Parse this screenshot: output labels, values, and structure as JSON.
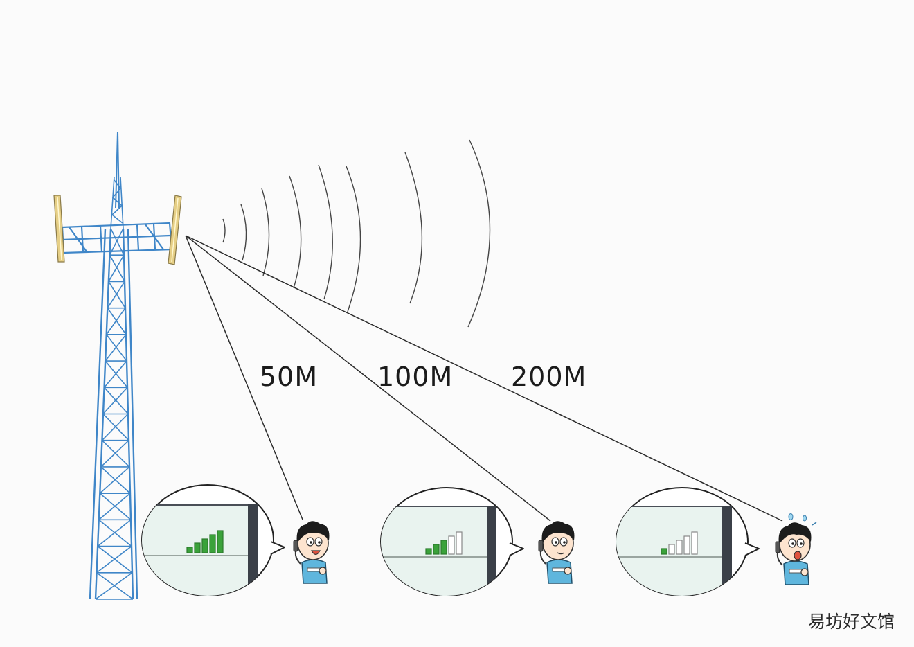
{
  "distance_labels": [
    "50M",
    "100M",
    "200M"
  ],
  "signal_levels": [
    {
      "distance": "50M",
      "bars_filled": 5,
      "bars_total": 5
    },
    {
      "distance": "100M",
      "bars_filled": 3,
      "bars_total": 5
    },
    {
      "distance": "200M",
      "bars_filled": 1,
      "bars_total": 5
    }
  ],
  "watermark": "易坊好文馆",
  "colors": {
    "tower": "#3f86c8",
    "antenna_panel": "#e6cf86",
    "signal_on": "#3aa23a",
    "signal_off": "#ffffff",
    "screen_bg": "#e9f3ef",
    "monitor_frame": "#4a4f57",
    "shirt": "#5fb6dd",
    "line": "#2b2b2b"
  },
  "icons": [
    "cell-tower-icon",
    "signal-wave-icon",
    "phone-signal-icon",
    "person-on-phone-icon"
  ]
}
